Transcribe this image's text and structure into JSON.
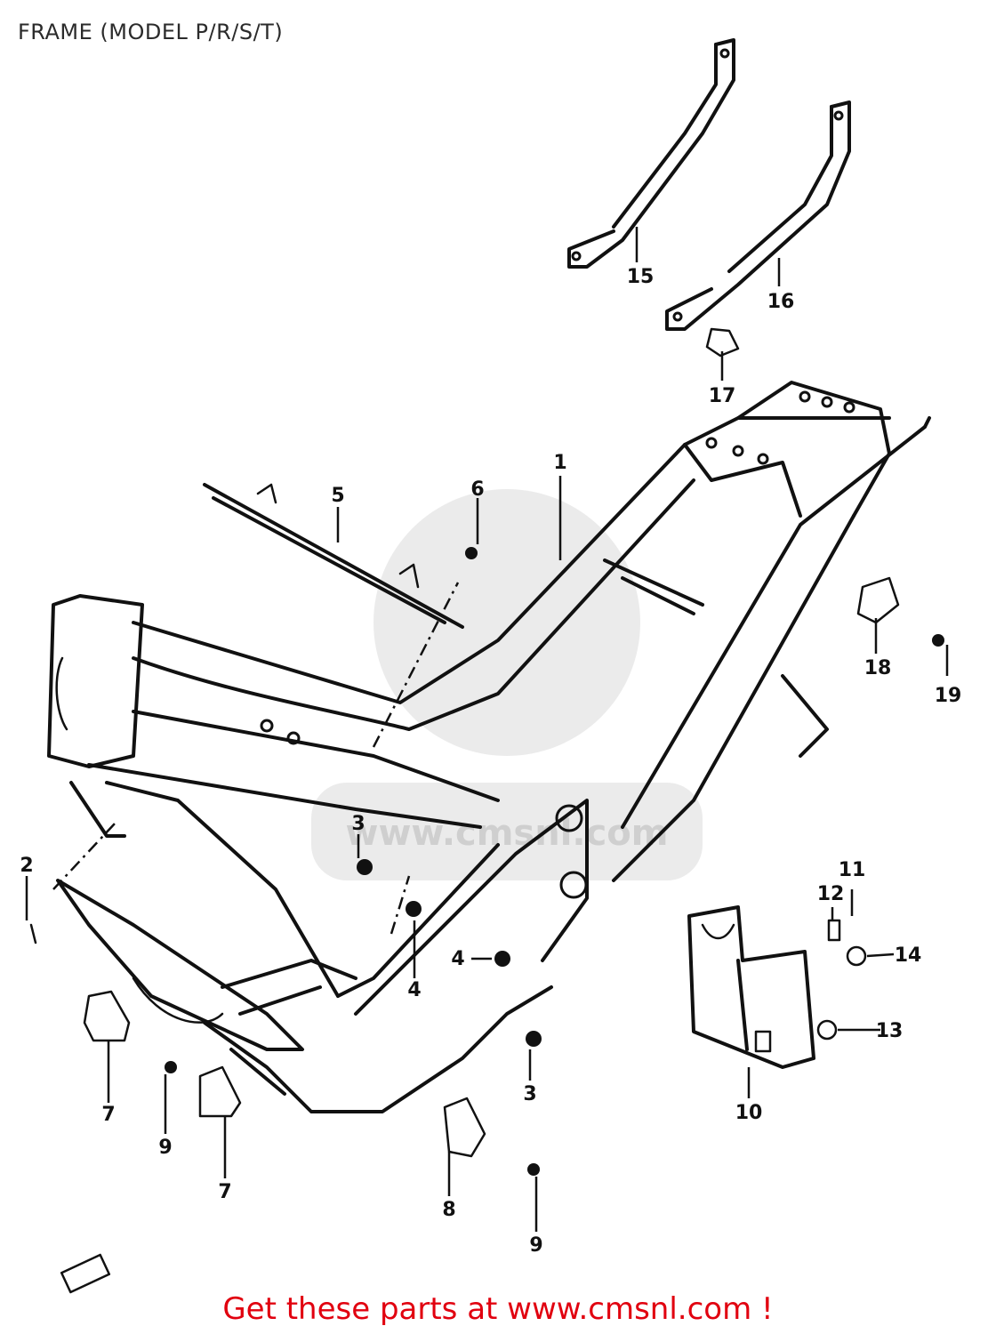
{
  "title": "FRAME (MODEL P/R/S/T)",
  "watermark": {
    "text": "www.cmsnl.com"
  },
  "callouts": [
    "1",
    "2",
    "3",
    "3",
    "4",
    "4",
    "5",
    "6",
    "7",
    "7",
    "8",
    "9",
    "9",
    "10",
    "11",
    "12",
    "13",
    "14",
    "15",
    "16",
    "17",
    "18",
    "19"
  ],
  "footer": {
    "text": "Get these parts at www.cmsnl.com !"
  },
  "colors": {
    "line": "#111111",
    "footer": "#e1000f"
  }
}
